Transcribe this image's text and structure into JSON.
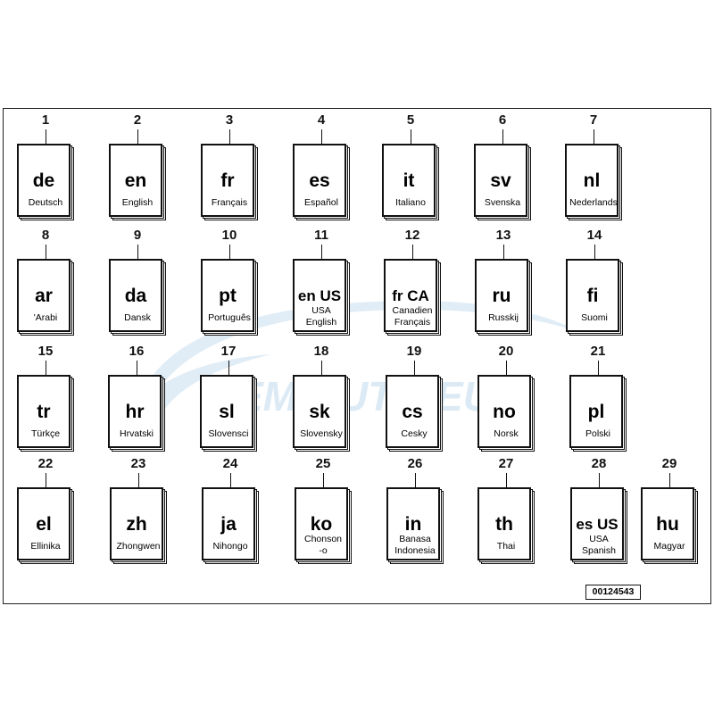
{
  "watermark": {
    "text": "EMIAUTO.EU",
    "color": "#cfe3f1"
  },
  "reference_number": "00124543",
  "books": [
    {
      "num": "1",
      "code": "de",
      "name": [
        "Deutsch"
      ]
    },
    {
      "num": "2",
      "code": "en",
      "name": [
        "English"
      ]
    },
    {
      "num": "3",
      "code": "fr",
      "name": [
        "Français"
      ]
    },
    {
      "num": "4",
      "code": "es",
      "name": [
        "Español"
      ]
    },
    {
      "num": "5",
      "code": "it",
      "name": [
        "Italiano"
      ]
    },
    {
      "num": "6",
      "code": "sv",
      "name": [
        "Svenska"
      ]
    },
    {
      "num": "7",
      "code": "nl",
      "name": [
        "Nederlands"
      ]
    },
    {
      "num": "8",
      "code": "ar",
      "name": [
        "'Arabi"
      ]
    },
    {
      "num": "9",
      "code": "da",
      "name": [
        "Dansk"
      ]
    },
    {
      "num": "10",
      "code": "pt",
      "name": [
        "Português"
      ]
    },
    {
      "num": "11",
      "code": "en US",
      "name": [
        "USA",
        "English"
      ]
    },
    {
      "num": "12",
      "code": "fr CA",
      "name": [
        "Canadien",
        "Français"
      ]
    },
    {
      "num": "13",
      "code": "ru",
      "name": [
        "Russkij"
      ]
    },
    {
      "num": "14",
      "code": "fi",
      "name": [
        "Suomi"
      ]
    },
    {
      "num": "15",
      "code": "tr",
      "name": [
        "Türkçe"
      ]
    },
    {
      "num": "16",
      "code": "hr",
      "name": [
        "Hrvatski"
      ]
    },
    {
      "num": "17",
      "code": "sl",
      "name": [
        "Slovensci"
      ]
    },
    {
      "num": "18",
      "code": "sk",
      "name": [
        "Slovensky"
      ]
    },
    {
      "num": "19",
      "code": "cs",
      "name": [
        "Cesky"
      ]
    },
    {
      "num": "20",
      "code": "no",
      "name": [
        "Norsk"
      ]
    },
    {
      "num": "21",
      "code": "pl",
      "name": [
        "Polski"
      ]
    },
    {
      "num": "22",
      "code": "el",
      "name": [
        "Ellinika"
      ]
    },
    {
      "num": "23",
      "code": "zh",
      "name": [
        "Zhongwen"
      ]
    },
    {
      "num": "24",
      "code": "ja",
      "name": [
        "Nihongo"
      ]
    },
    {
      "num": "25",
      "code": "ko",
      "name": [
        "Chonson",
        "-o"
      ]
    },
    {
      "num": "26",
      "code": "in",
      "name": [
        "Banasa",
        "Indonesia"
      ]
    },
    {
      "num": "27",
      "code": "th",
      "name": [
        "Thai"
      ]
    },
    {
      "num": "28",
      "code": "es US",
      "name": [
        "USA",
        "Spanish"
      ]
    },
    {
      "num": "29",
      "code": "hu",
      "name": [
        "Magyar"
      ]
    }
  ]
}
